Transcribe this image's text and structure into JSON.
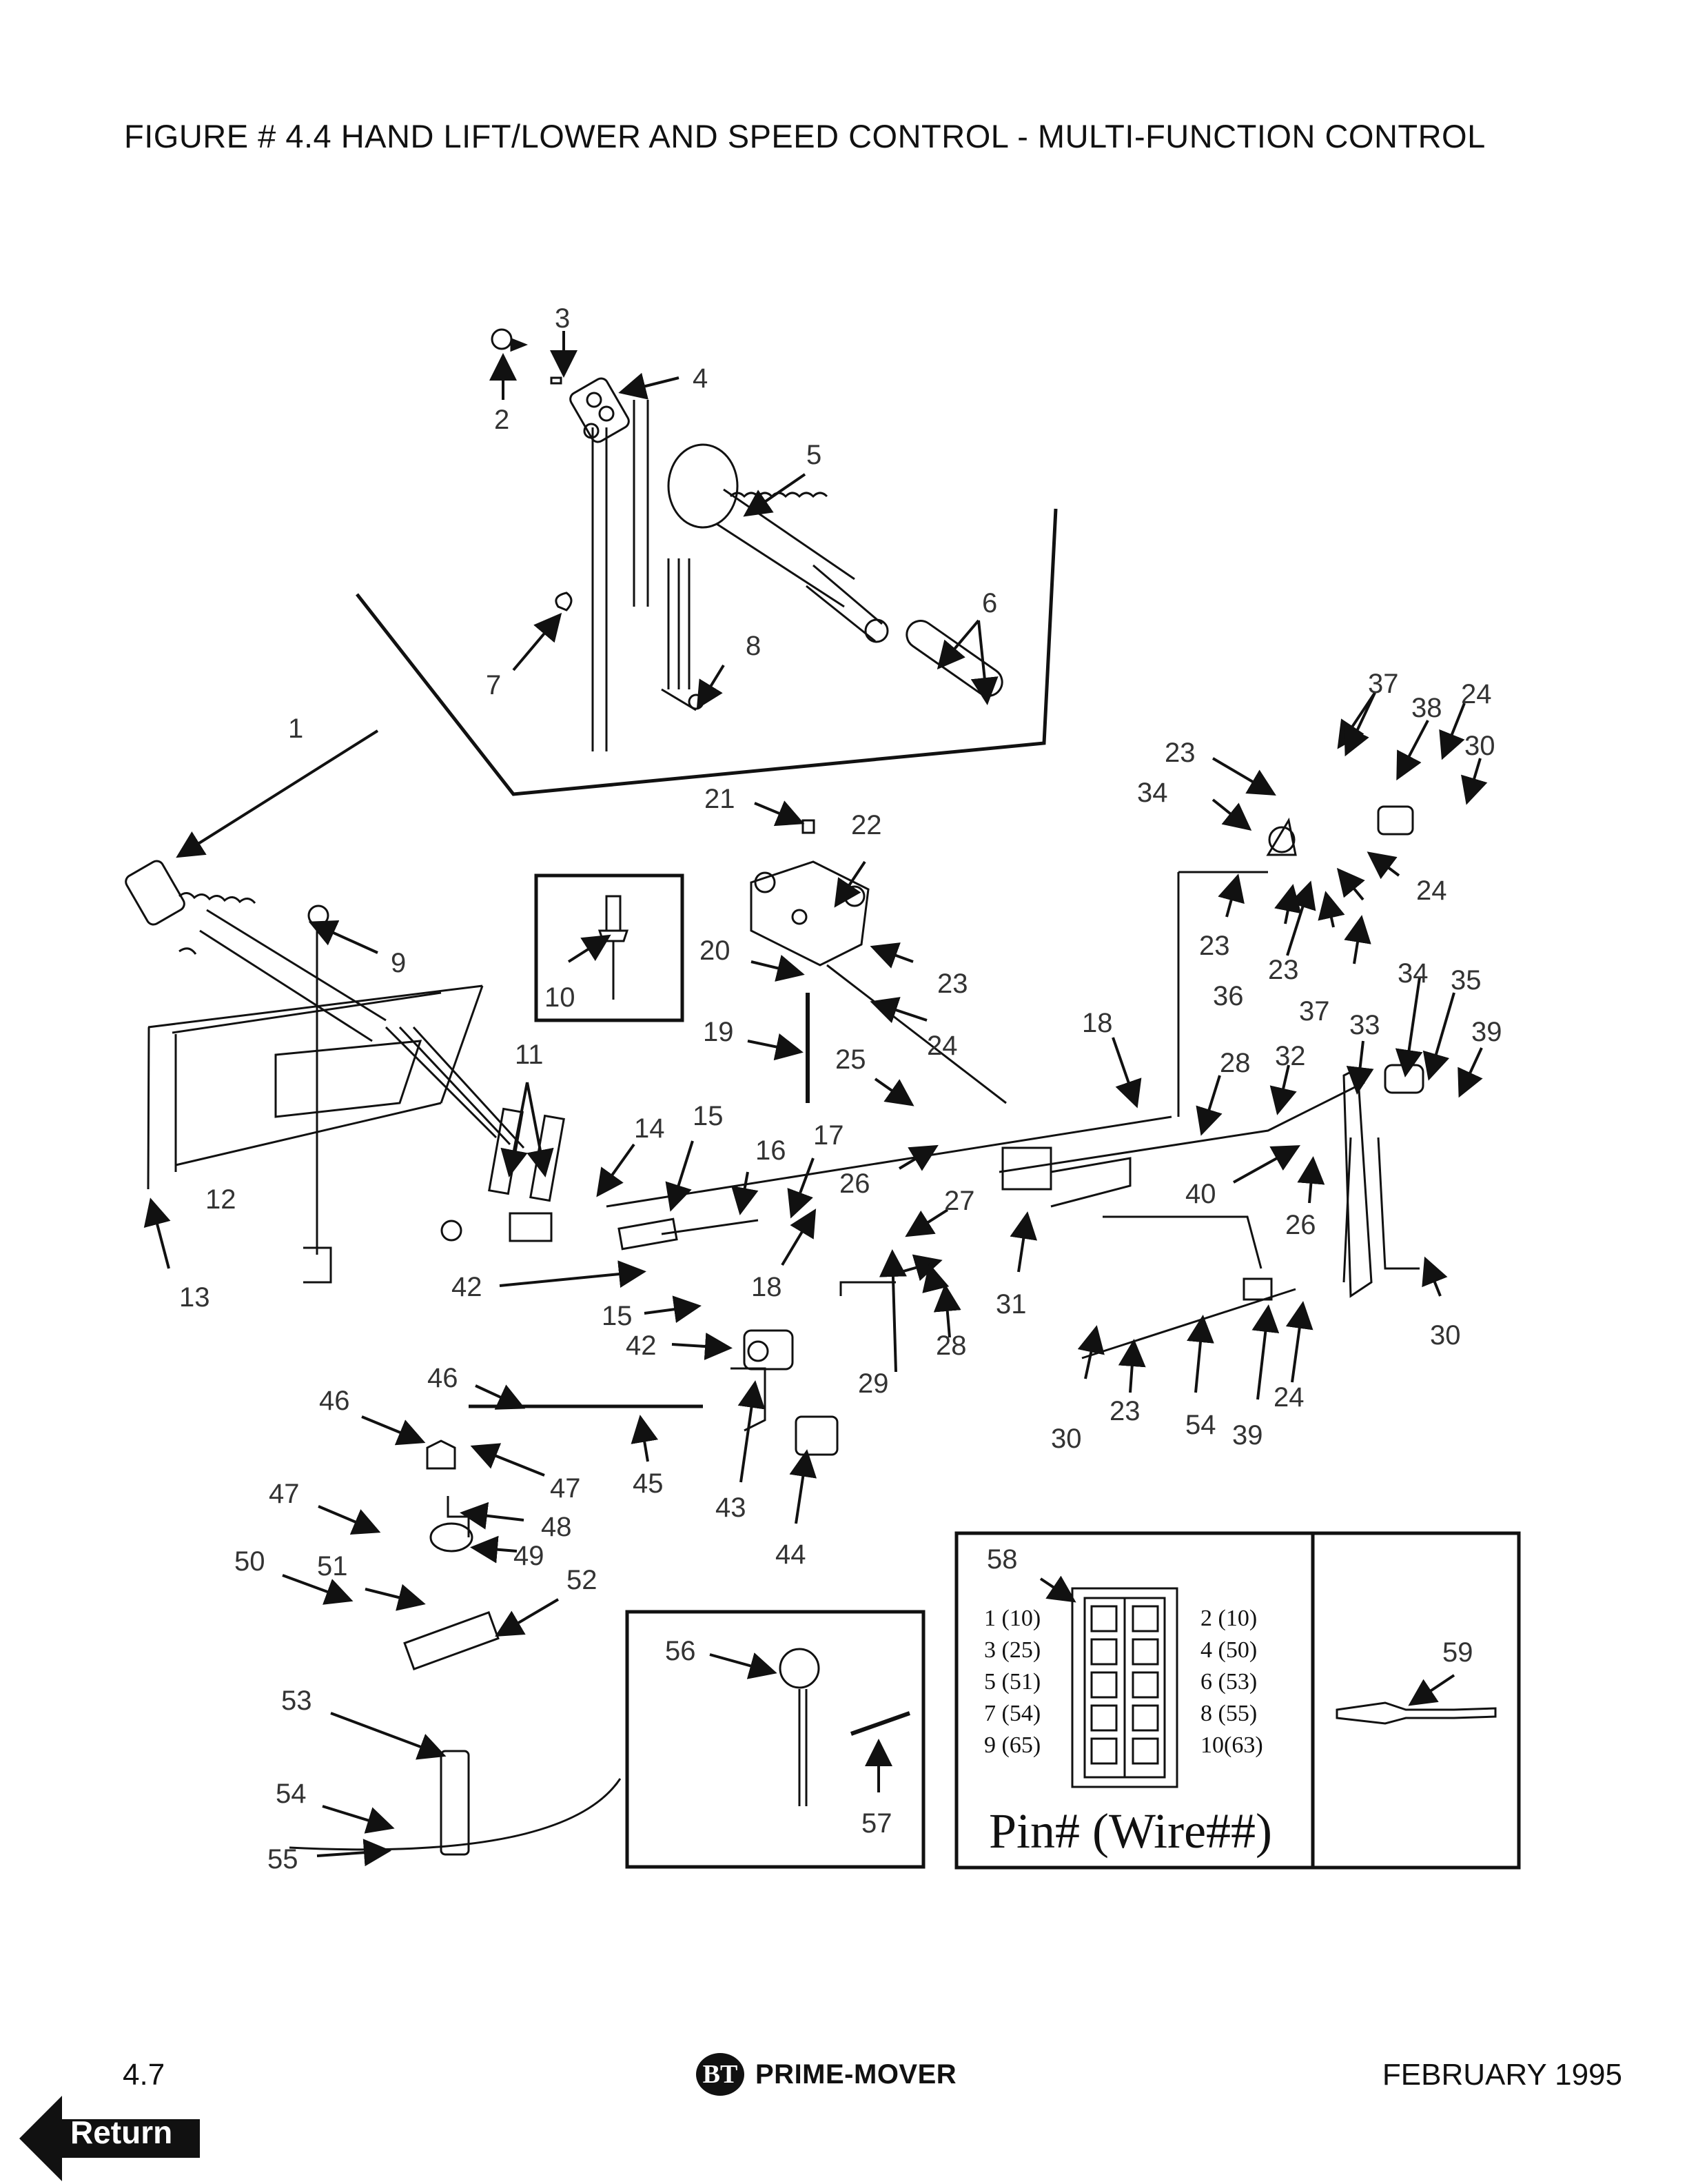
{
  "title": "FIGURE # 4.4  HAND LIFT/LOWER AND SPEED CONTROL - MULTI-FUNCTION CONTROL",
  "callouts": [
    "1",
    "2",
    "3",
    "4",
    "5",
    "6",
    "7",
    "8",
    "9",
    "10",
    "11",
    "12",
    "13",
    "14",
    "15",
    "15",
    "16",
    "17",
    "18",
    "18",
    "19",
    "20",
    "21",
    "22",
    "23",
    "23",
    "23",
    "23",
    "23",
    "24",
    "24",
    "24",
    "24",
    "25",
    "26",
    "26",
    "27",
    "28",
    "28",
    "29",
    "30",
    "30",
    "30",
    "31",
    "32",
    "33",
    "34",
    "34",
    "35",
    "36",
    "37",
    "37",
    "38",
    "39",
    "39",
    "40",
    "42",
    "42",
    "43",
    "44",
    "45",
    "46",
    "46",
    "47",
    "47",
    "48",
    "49",
    "50",
    "51",
    "52",
    "53",
    "54",
    "54",
    "55",
    "56",
    "57",
    "58",
    "59"
  ],
  "pin_table": {
    "rows": [
      {
        "left": "1  (10)",
        "right": "2  (10)"
      },
      {
        "left": "3  (25)",
        "right": "4  (50)"
      },
      {
        "left": "5  (51)",
        "right": "6  (53)"
      },
      {
        "left": "7  (54)",
        "right": "8  (55)"
      },
      {
        "left": "9  (65)",
        "right": "10(63)"
      }
    ],
    "legend": "Pin# (Wire##)"
  },
  "footer": {
    "page": "4.7",
    "brand_logo": "BT",
    "brand": "PRIME-MOVER",
    "date": "FEBRUARY 1995"
  },
  "return_button": {
    "label": "Return"
  },
  "icons": {
    "return": "left-arrow-icon",
    "logo": "bt-logo-icon"
  }
}
